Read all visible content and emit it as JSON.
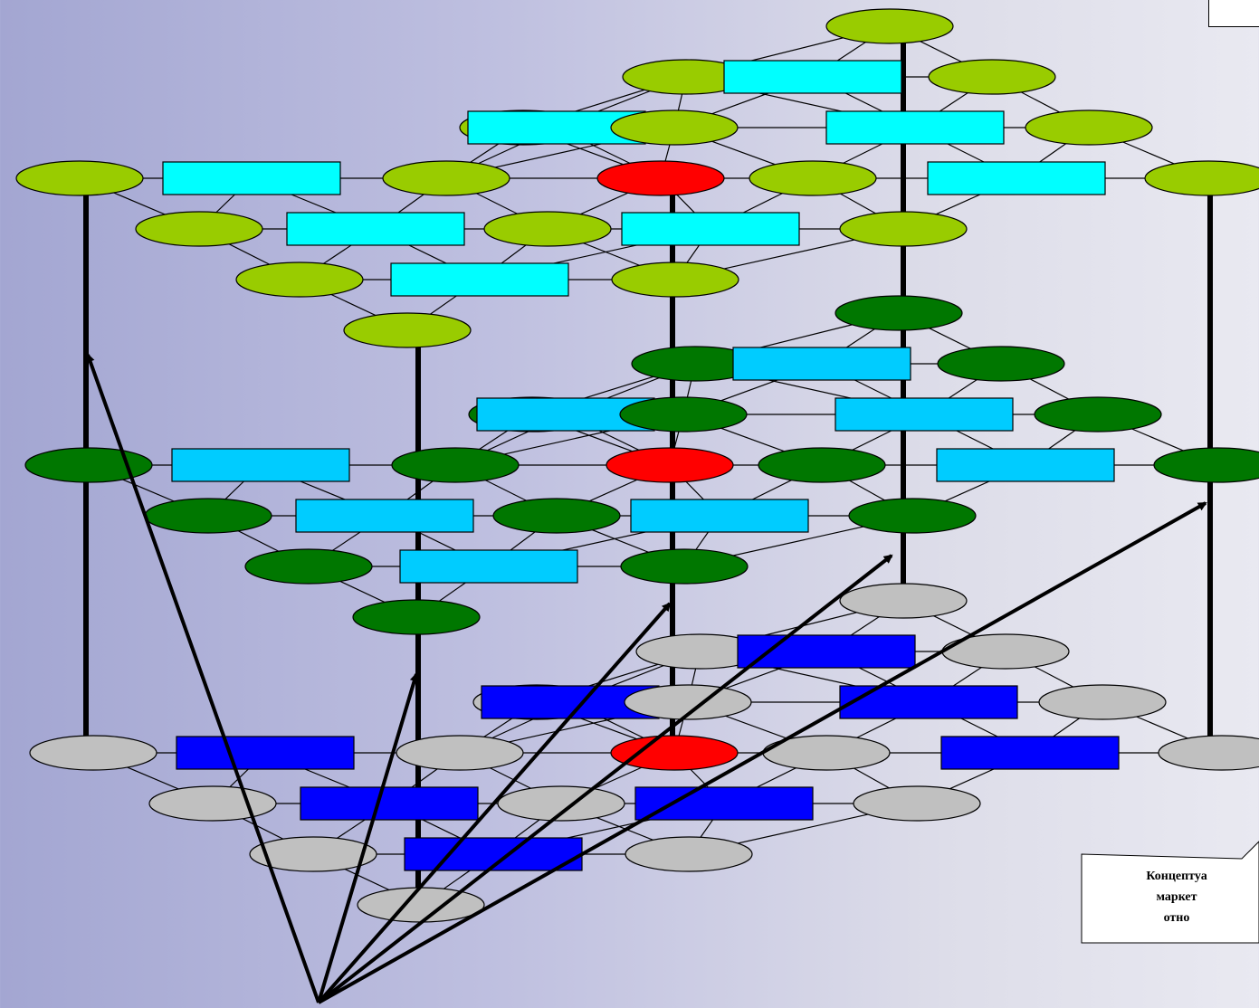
{
  "colors": {
    "top_ellipse": "#99cc00",
    "top_rect": "#00ffff",
    "mid_ellipse": "#007700",
    "mid_rect": "#00ccff",
    "bottom_ellipse": "#c0c0c0",
    "bottom_rect": "#0000ff",
    "center_node": "#ff0000",
    "lines": "#000000",
    "callout_bg": "#ffffff"
  },
  "layers": [
    {
      "name": "top",
      "ellipse_color": "top_ellipse",
      "rect_color": "top_rect",
      "rows": 7
    },
    {
      "name": "middle",
      "ellipse_color": "mid_ellipse",
      "rect_color": "mid_rect",
      "rows": 7
    },
    {
      "name": "bottom",
      "ellipse_color": "bottom_ellipse",
      "rect_color": "bottom_rect",
      "rows": 7
    }
  ],
  "callout": {
    "text": "Концептуа\nмаркет\nотно"
  }
}
